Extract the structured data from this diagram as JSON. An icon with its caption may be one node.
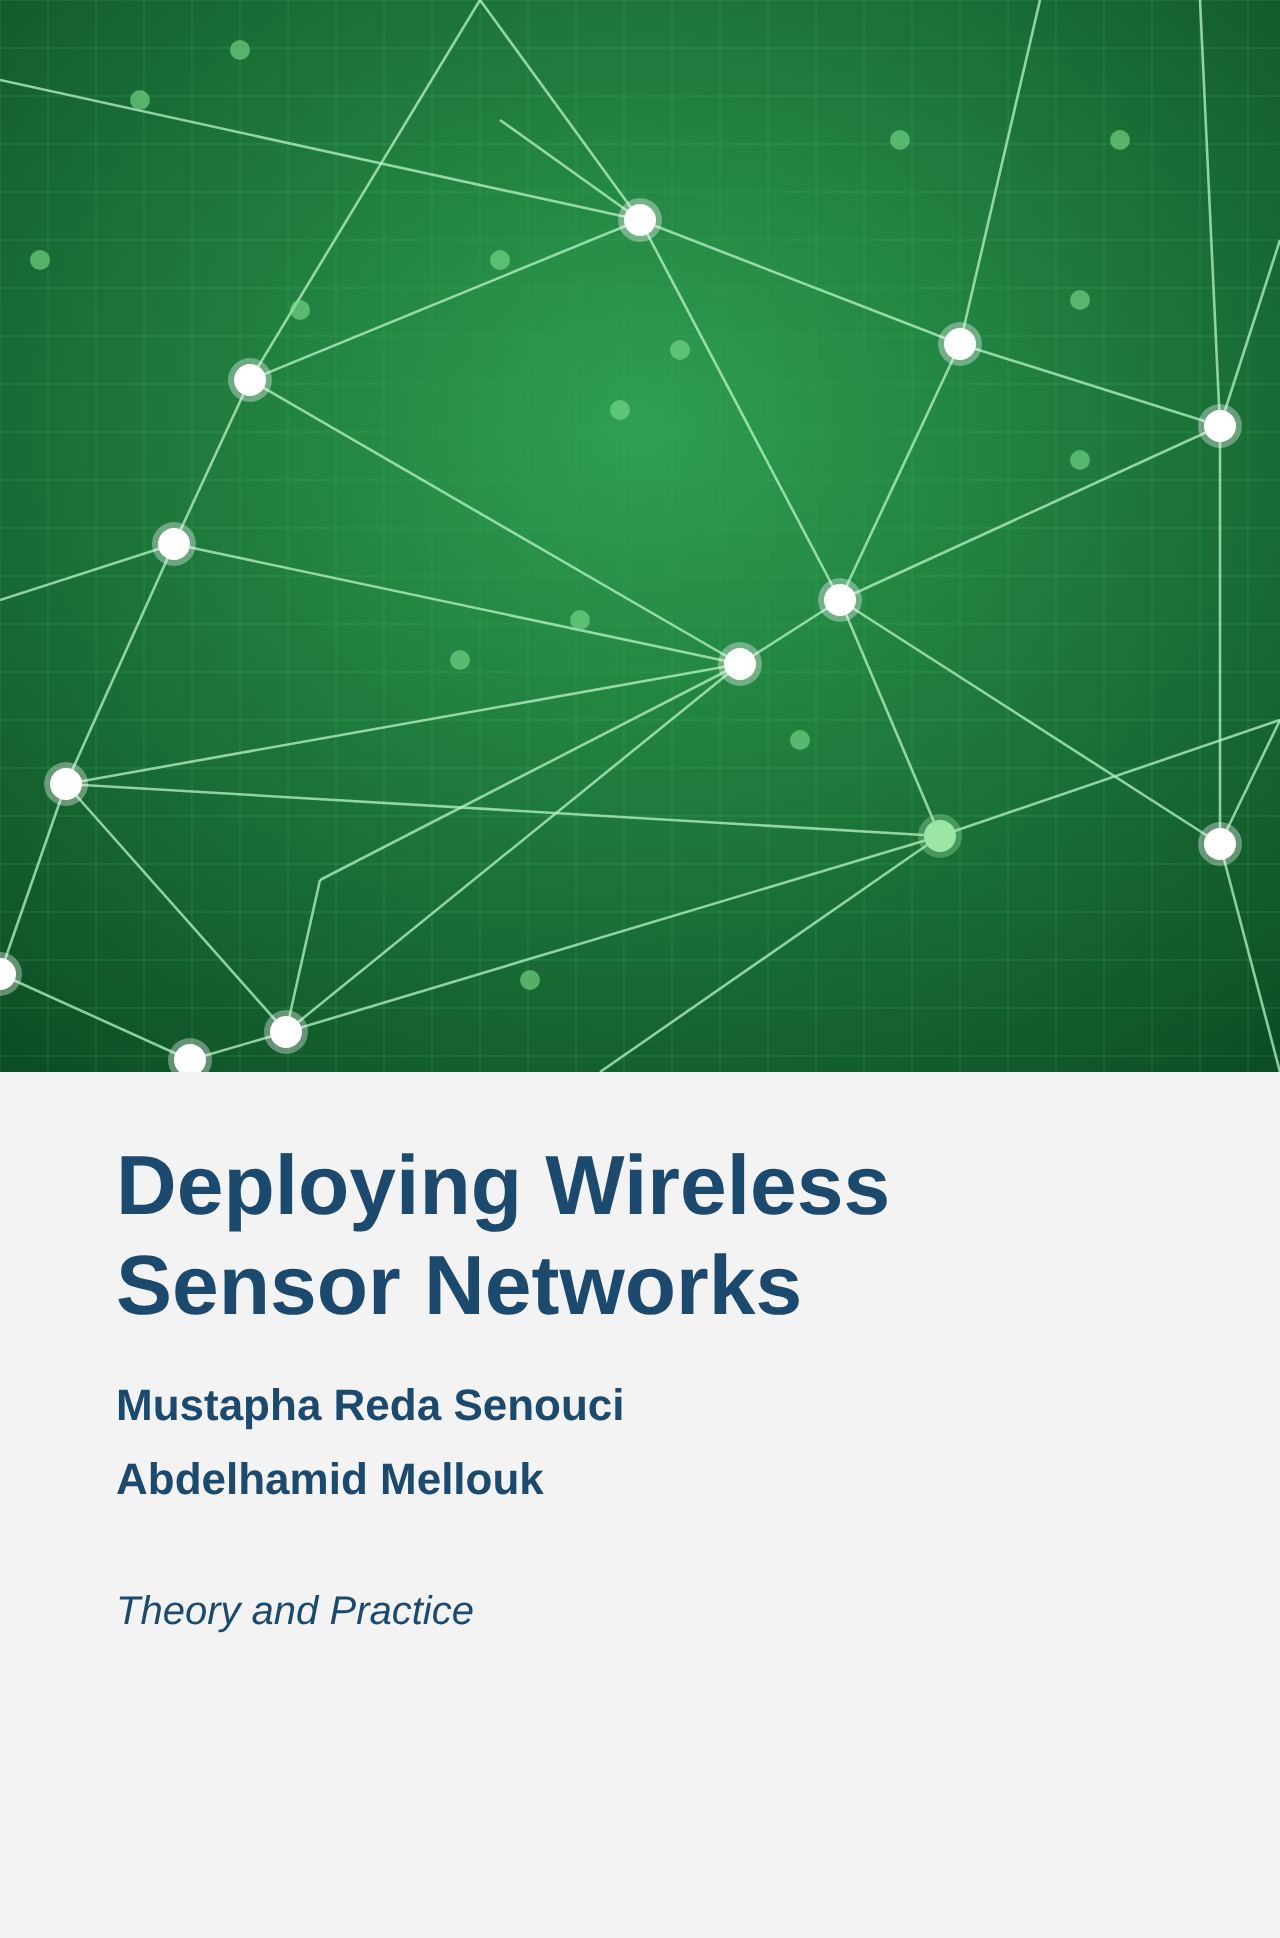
{
  "diagram": {
    "title": "Deploying Wireless Sensor Networks",
    "labels": [
      "Mustapha Reda Senouci",
      "Abdelhamid Mellouk",
      "Theory and Practice"
    ]
  }
}
